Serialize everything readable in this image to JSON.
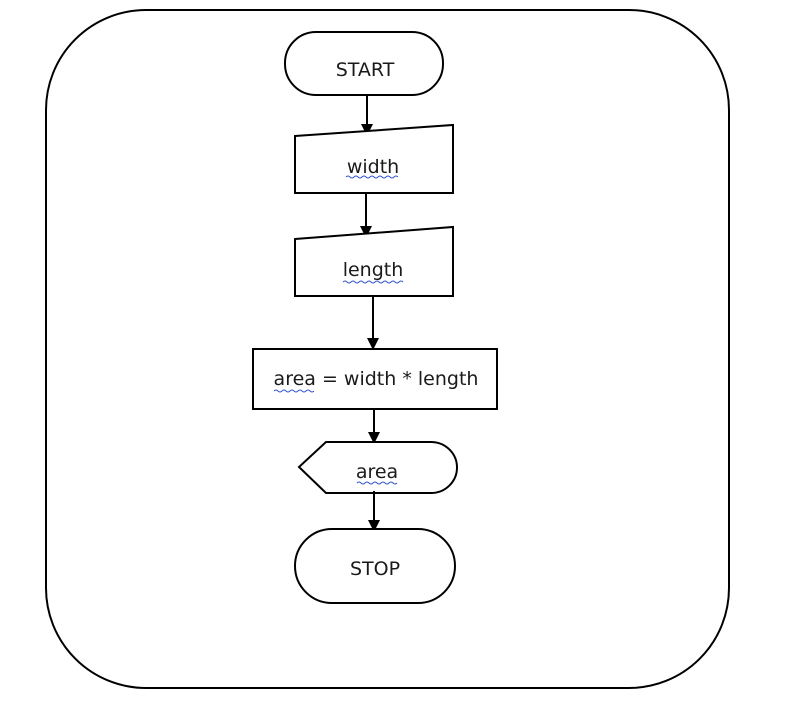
{
  "flowchart": {
    "start": {
      "label": "START"
    },
    "input_width": {
      "label": "width"
    },
    "input_length": {
      "label": "length"
    },
    "process": {
      "label_var": "area",
      "label_rest": " = width * length"
    },
    "output": {
      "label": "area"
    },
    "stop": {
      "label": "STOP"
    }
  },
  "colors": {
    "stroke": "#000000",
    "text": "#1a1a1a",
    "spellcheck_underline": "#3355cc"
  }
}
